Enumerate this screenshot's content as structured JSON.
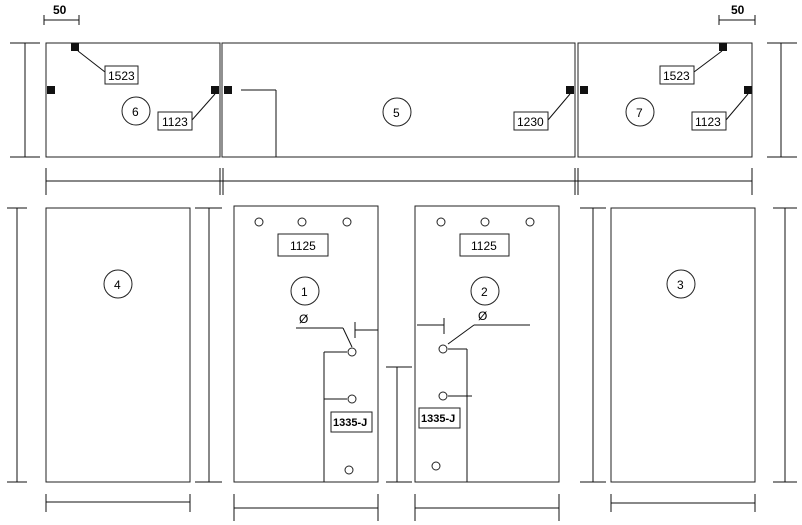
{
  "dimensions": {
    "offset_left": "50",
    "offset_right": "50"
  },
  "panels": {
    "p1": {
      "number": "1",
      "label": "1125",
      "tag": "1335-J",
      "dia": "Ø"
    },
    "p2": {
      "number": "2",
      "label": "1125",
      "tag": "1335-J",
      "dia": "Ø"
    },
    "p3": {
      "number": "3"
    },
    "p4": {
      "number": "4"
    },
    "p5": {
      "number": "5",
      "label_right": "1230"
    },
    "p6": {
      "number": "6",
      "label_top": "1523",
      "label_side": "1123"
    },
    "p7": {
      "number": "7",
      "label_top": "1523",
      "label_side": "1123"
    }
  }
}
